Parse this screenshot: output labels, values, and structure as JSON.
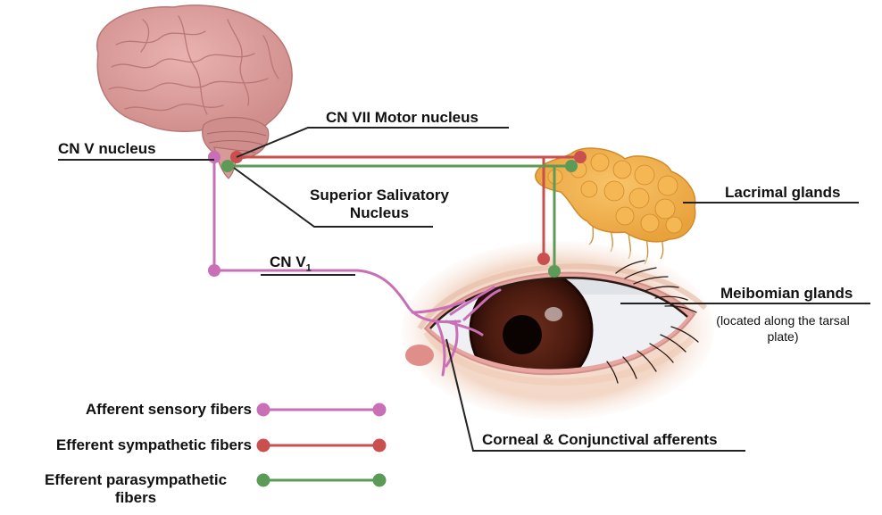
{
  "labels": {
    "cn7_motor": "CN VII Motor nucleus",
    "cn5_nucleus": "CN V nucleus",
    "ssn_line1": "Superior Salivatory",
    "ssn_line2": "Nucleus",
    "cnv1_main": "CN V",
    "cnv1_sub": "1",
    "lacrimal": "Lacrimal glands",
    "meibomian": "Meibomian glands",
    "meibomian_note_line1": "(located along the tarsal",
    "meibomian_note_line2": "plate)",
    "corneal": "Corneal & Conjunctival afferents"
  },
  "legend": [
    {
      "label": "Afferent sensory fibers",
      "color": "#c86fb8"
    },
    {
      "label": "Efferent sympathetic fibers",
      "color": "#c9504f"
    },
    {
      "label_line1": "Efferent parasympathetic",
      "label_line2": "fibers",
      "color": "#5c9a58"
    }
  ],
  "colors": {
    "afferent": "#c86fb8",
    "sympathetic": "#c9504f",
    "parasympathetic": "#5c9a58"
  },
  "icons": [
    "brain-icon",
    "lacrimal-gland-icon",
    "eye-icon"
  ]
}
